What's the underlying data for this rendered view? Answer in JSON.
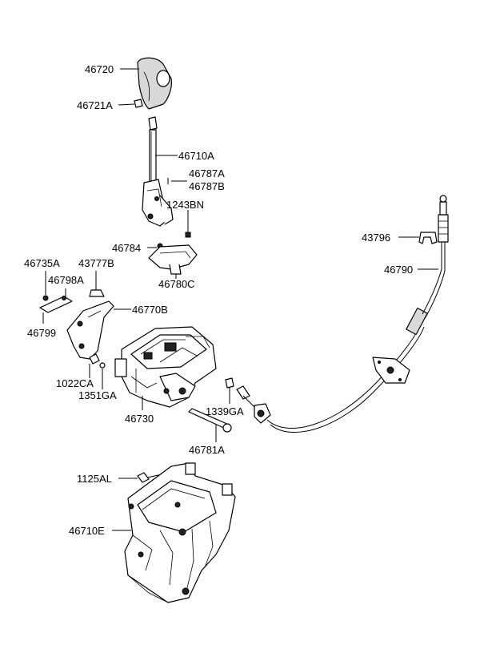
{
  "labels": {
    "l46720": "46720",
    "l46721A": "46721A",
    "l46710A": "46710A",
    "l46787A": "46787A",
    "l46787B": "46787B",
    "l1243BN": "1243BN",
    "l46784": "46784",
    "l46780C": "46780C",
    "l46735A": "46735A",
    "l43777B": "43777B",
    "l46798A": "46798A",
    "l46770B": "46770B",
    "l46799": "46799",
    "l1022CA": "1022CA",
    "l1351GA": "1351GA",
    "l46730": "46730",
    "l1339GA": "1339GA",
    "l46781A": "46781A",
    "l43796": "43796",
    "l46790": "46790",
    "l1125AL": "1125AL",
    "l46710E": "46710E"
  }
}
